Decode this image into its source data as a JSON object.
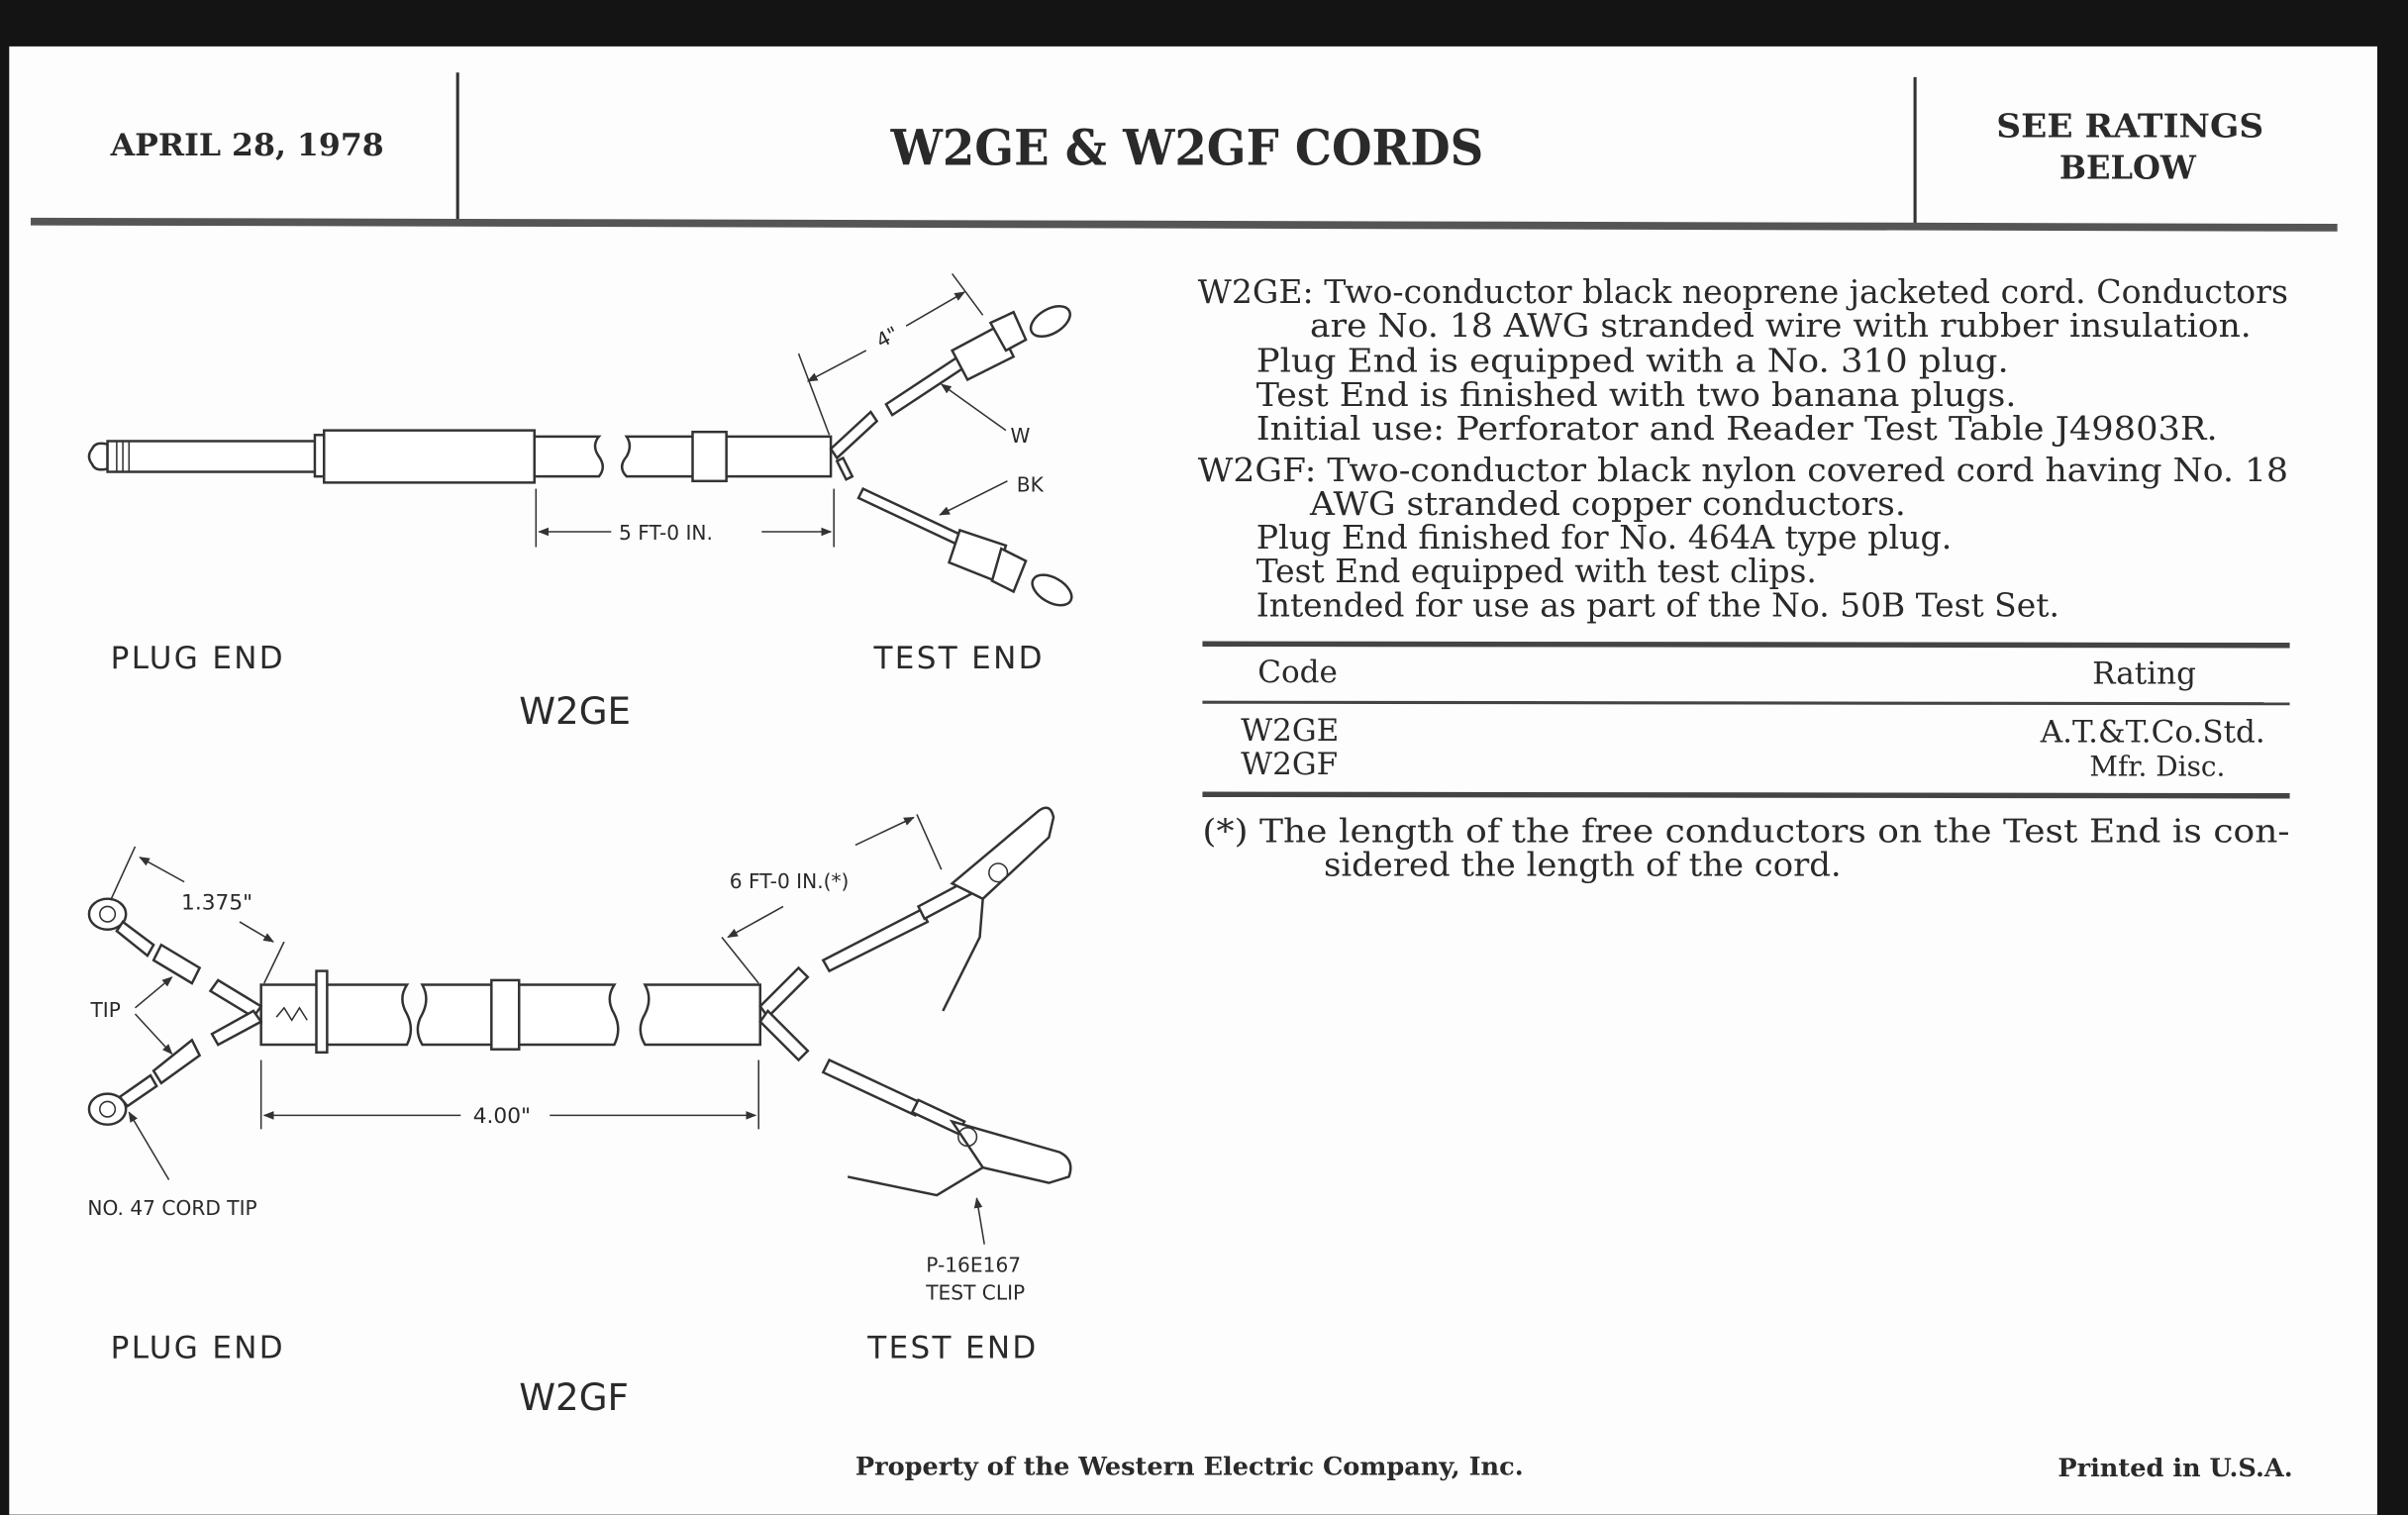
{
  "header": {
    "date": "APRIL 28, 1978",
    "title": "W2GE & W2GF CORDS",
    "ratings_note": [
      "SEE RATINGS",
      "BELOW"
    ]
  },
  "description": {
    "w2ge_lines": [
      "W2GE: Two-conductor black neoprene jacketed cord. Conductors",
      "are No. 18 AWG stranded wire with rubber insulation.",
      "Plug End is equipped with a No. 310 plug.",
      "Test End is finished with two banana plugs.",
      "Initial use: Perforator and Reader Test Table J49803R."
    ],
    "w2gf_lines": [
      "W2GF: Two-conductor black nylon covered cord having No. 18",
      "AWG stranded copper conductors.",
      "Plug End finished for No. 464A type plug.",
      "Test End equipped with test clips.",
      "Intended for use as part of the No. 50B Test Set."
    ]
  },
  "ratings_table": {
    "headers": [
      "Code",
      "Rating"
    ],
    "rows": [
      {
        "code": "W2GE",
        "rating": "A.T.&T.Co.Std."
      },
      {
        "code": "W2GF",
        "rating": "Mfr. Disc."
      }
    ]
  },
  "footnote": [
    "(*) The length of the free conductors on the Test End is con-",
    "sidered the length of the cord."
  ],
  "w2ge_diagram": {
    "name": "W2GE",
    "plug_end": "PLUG END",
    "test_end": "TEST END",
    "length": "5 FT-0 IN.",
    "lead_length": "4\"",
    "wire_w": "W",
    "wire_bk": "BK"
  },
  "w2gf_diagram": {
    "name": "W2GF",
    "plug_end": "PLUG END",
    "test_end": "TEST END",
    "length": "6 FT-0 IN.(*)",
    "tip_length": "1.375\"",
    "plug_length": "4.00\"",
    "tip_label": "TIP",
    "cord_tip": "NO. 47 CORD TIP",
    "clip_label": [
      "P-16E167",
      "TEST CLIP"
    ]
  },
  "footer": {
    "property": "Property of the Western Electric Company, Inc.",
    "printed": "Printed in U.S.A."
  }
}
